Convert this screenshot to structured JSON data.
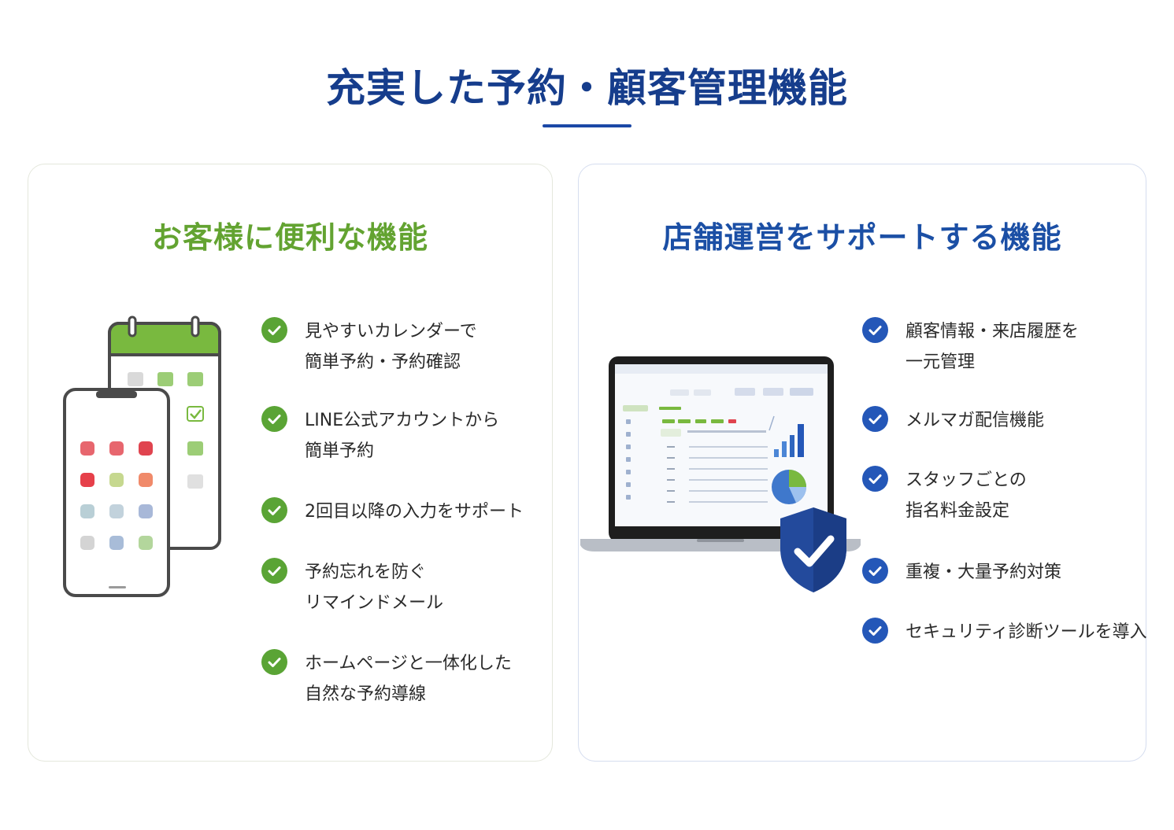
{
  "header": {
    "title": "充実した予約・顧客管理機能"
  },
  "customer_panel": {
    "title": "お客様に便利な機能",
    "features": [
      {
        "line1": "見やすいカレンダーで",
        "line2": "簡単予約・予約確認"
      },
      {
        "line1": "LINE公式アカウントから",
        "line2": "簡単予約"
      },
      {
        "line1": "2回目以降の入力をサポート",
        "line2": ""
      },
      {
        "line1": "予約忘れを防ぐ",
        "line2": "リマインドメール"
      },
      {
        "line1": "ホームページと一体化した",
        "line2": "自然な予約導線"
      }
    ]
  },
  "store_panel": {
    "title": "店舗運営をサポートする機能",
    "features": [
      {
        "line1": "顧客情報・来店履歴を",
        "line2": "一元管理"
      },
      {
        "line1": "メルマガ配信機能",
        "line2": ""
      },
      {
        "line1": "スタッフごとの",
        "line2": "指名料金設定"
      },
      {
        "line1": "重複・大量予約対策",
        "line2": ""
      },
      {
        "line1": "セキュリティ診断ツールを導入",
        "line2": ""
      }
    ]
  },
  "icons": {
    "check": "check-circle-icon",
    "calendar": "calendar-icon",
    "phone": "smartphone-icon",
    "laptop": "laptop-icon",
    "shield": "shield-check-icon"
  },
  "colors": {
    "title_navy": "#163d8c",
    "accent_green": "#63a331",
    "accent_blue": "#1b4fa5",
    "check_green": "#5aa435",
    "check_blue": "#2457b8"
  }
}
